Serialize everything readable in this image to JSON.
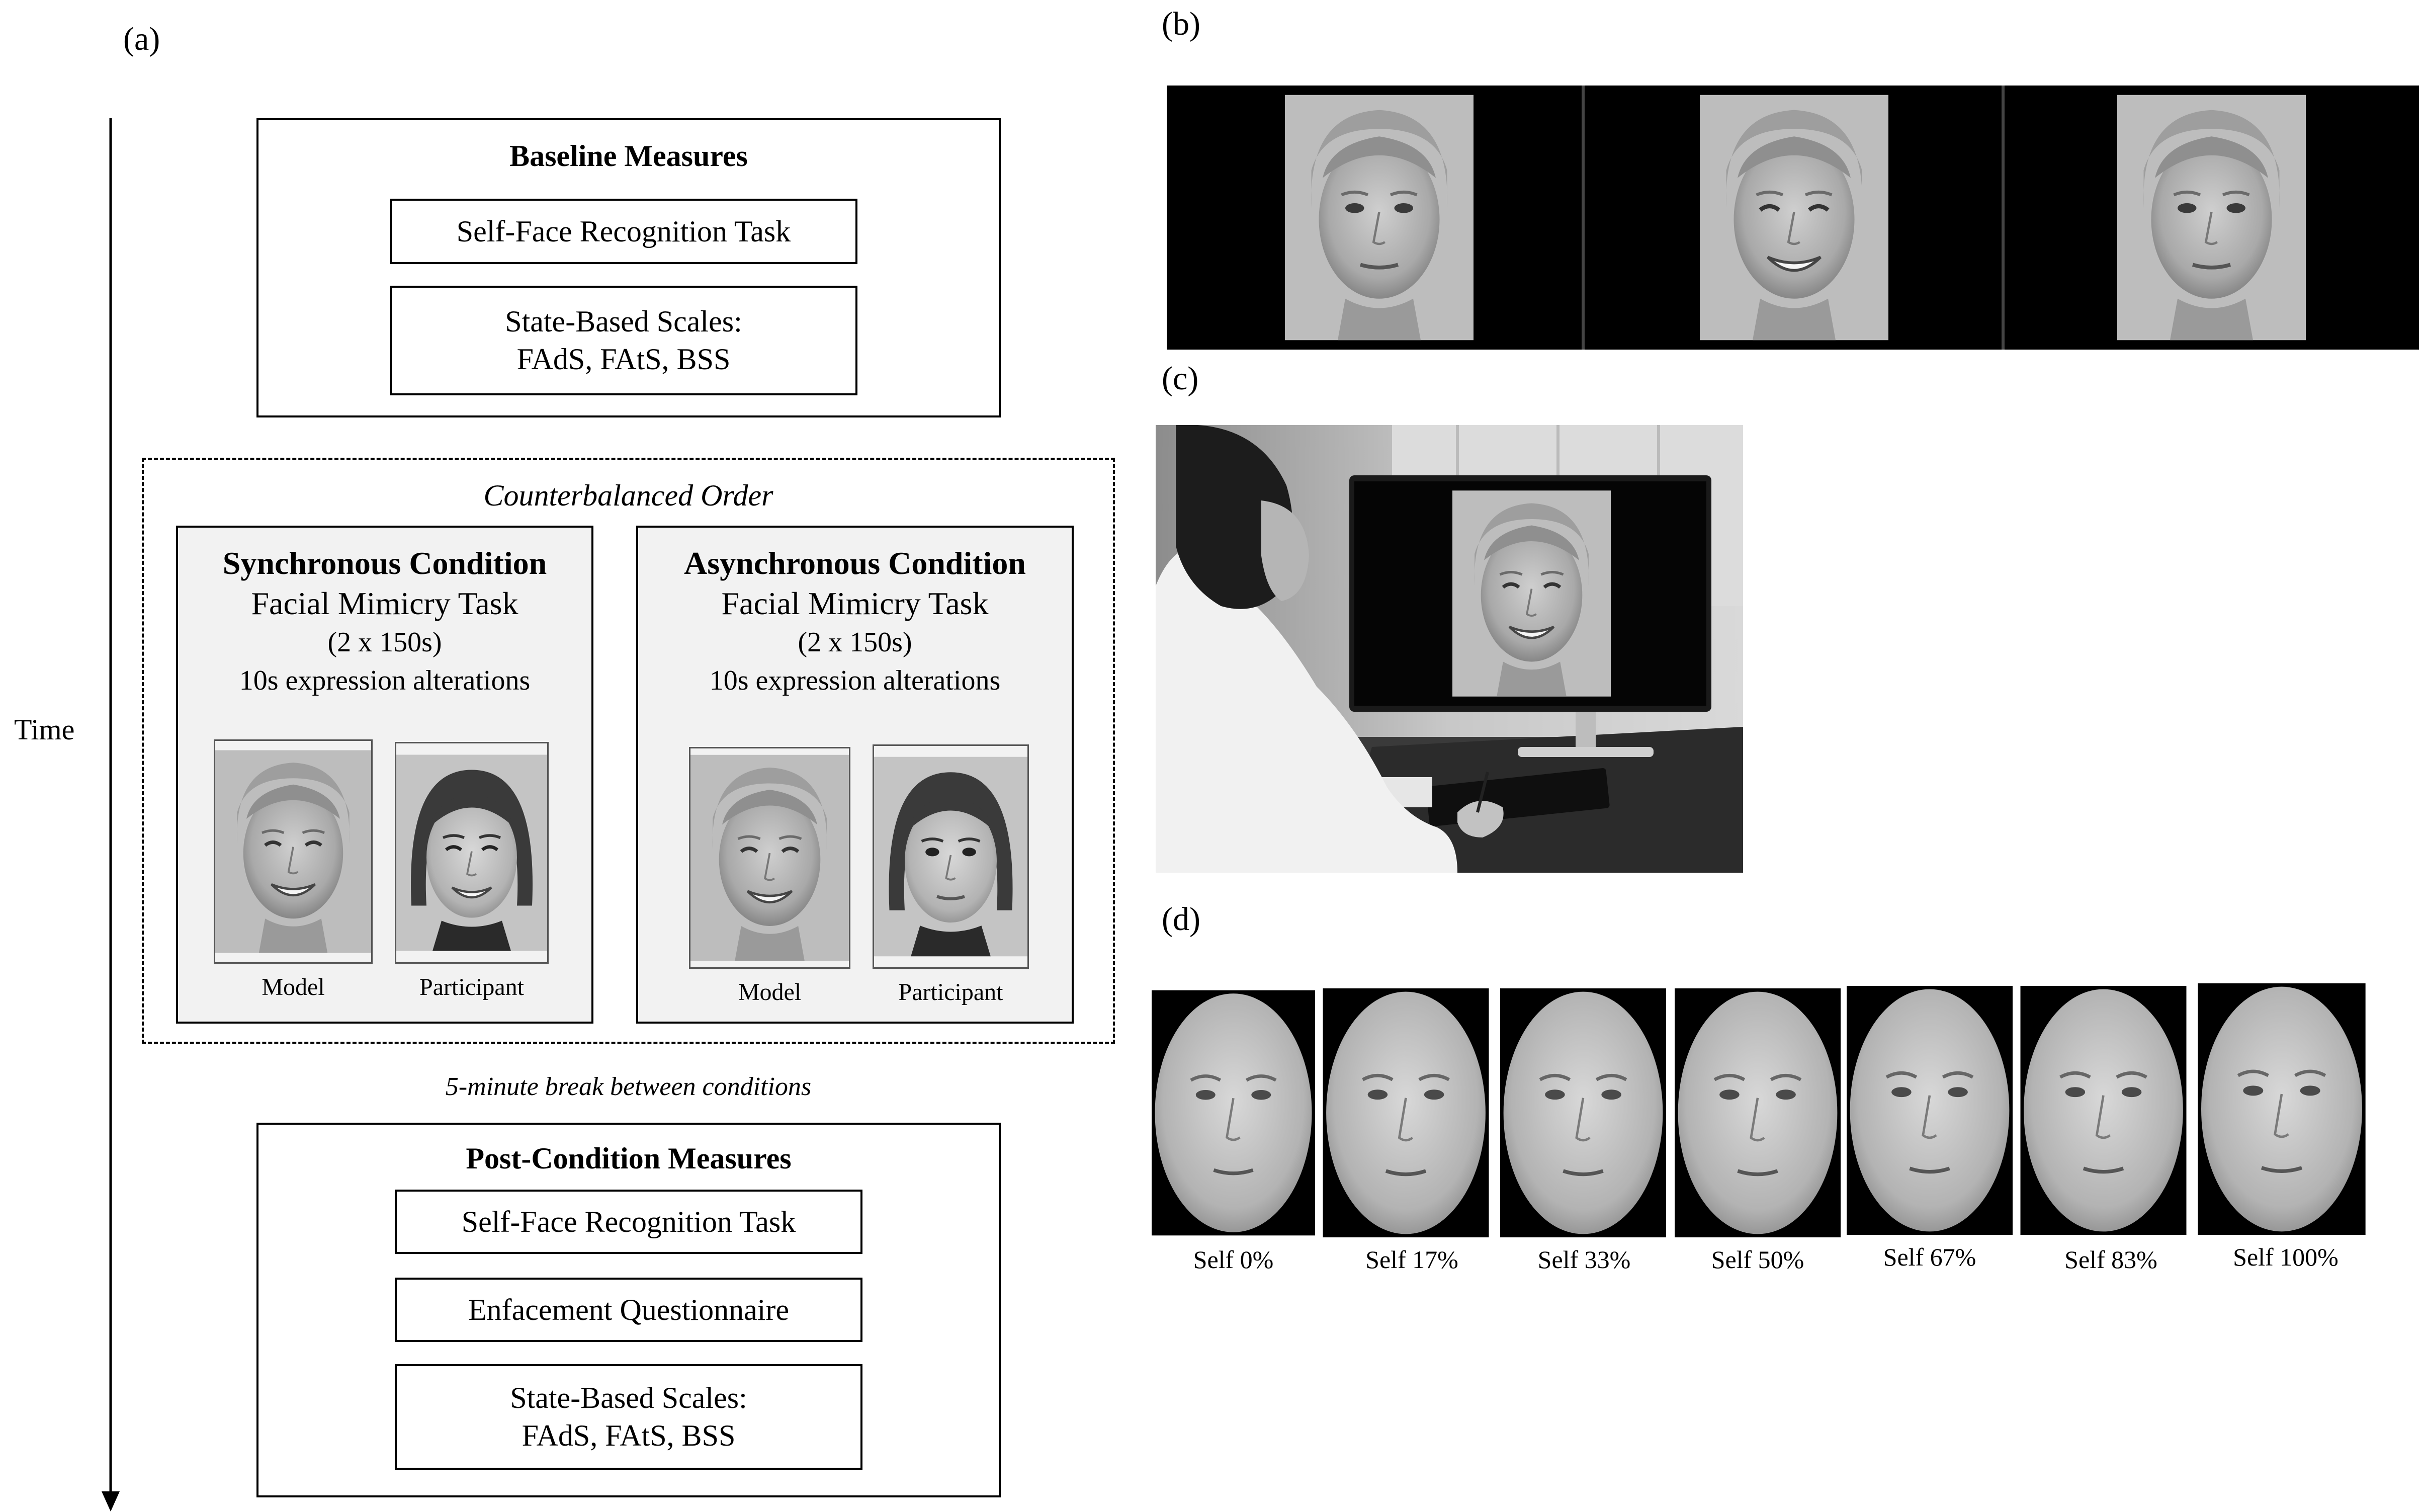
{
  "panel_a": {
    "label": "(a)",
    "time_label": "Time",
    "baseline": {
      "title": "Baseline Measures",
      "task": "Self-Face Recognition Task",
      "scales_line1": "State-Based Scales:",
      "scales_line2": "FAdS, FAtS, BSS"
    },
    "counterbalanced": "Counterbalanced Order",
    "sync": {
      "title": "Synchronous Condition",
      "task": "Facial Mimicry Task",
      "duration": "(2 x 150s)",
      "alterations": "10s expression alterations",
      "model_caption": "Model",
      "participant_caption": "Participant"
    },
    "async": {
      "title": "Asynchronous Condition",
      "task": "Facial Mimicry Task",
      "duration": "(2 x 150s)",
      "alterations": "10s expression alterations",
      "model_caption": "Model",
      "participant_caption": "Participant"
    },
    "break_note": "5-minute break between conditions",
    "post": {
      "title": "Post-Condition Measures",
      "task": "Self-Face Recognition Task",
      "questionnaire": "Enfacement Questionnaire",
      "scales_line1": "State-Based Scales:",
      "scales_line2": "FAdS, FAtS, BSS"
    }
  },
  "panel_b": {
    "label": "(b)"
  },
  "panel_c": {
    "label": "(c)"
  },
  "panel_d": {
    "label": "(d)",
    "captions": [
      "Self 0%",
      "Self 17%",
      "Self 33%",
      "Self 50%",
      "Self 67%",
      "Self 83%",
      "Self 100%"
    ]
  }
}
